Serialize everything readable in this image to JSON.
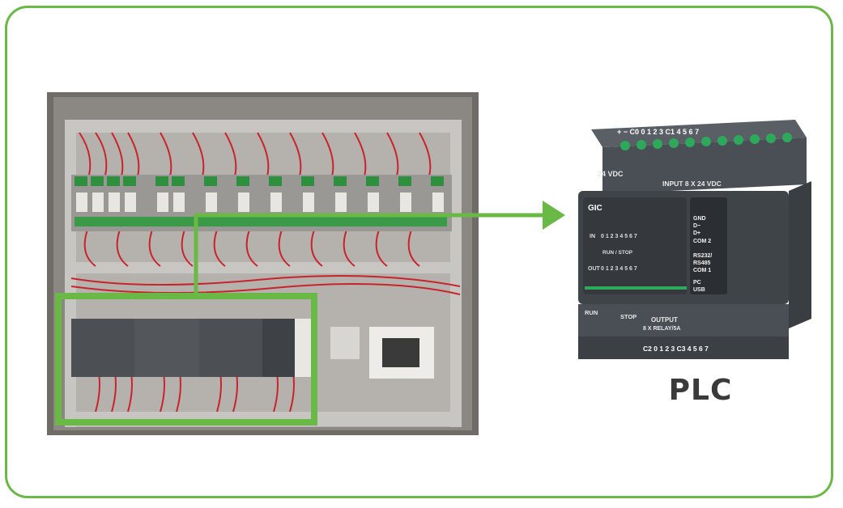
{
  "caption": "PLC",
  "colors": {
    "accent": "#6ab845",
    "wire": "#c9232b",
    "plc_body": "#4a4f55"
  },
  "plc_labels": {
    "brand": "GIC",
    "supply": "24 VDC",
    "input": "INPUT 8 X 24 VDC",
    "in": "IN",
    "in_numbers": "0 1 2 3 4 5 6 7",
    "run_stop_led": "RUN / STOP",
    "out": "OUT",
    "out_numbers": "0 1 2 3 4 5 6 7",
    "gnd": "GND",
    "d_minus": "D−",
    "d_plus": "D+",
    "com2": "COM 2",
    "rs232": "RS232/",
    "rs485": "RS485",
    "com1": "COM 1",
    "pc": "PC",
    "usb": "USB",
    "run": "RUN",
    "stop": "STOP",
    "output": "OUTPUT",
    "output_spec": "8 X RELAY/5A",
    "top_terminals": "+ − C0 0 1 2 3 C1 4 5 6 7",
    "bottom_terminals": "C2 0 1 2 3 C3 4 5 6 7"
  }
}
